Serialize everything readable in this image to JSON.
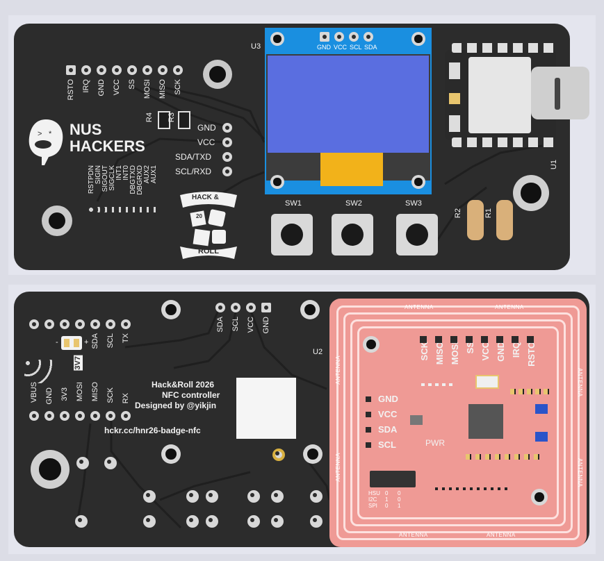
{
  "top": {
    "header_pins": [
      "RSTO",
      "IRQ",
      "GND",
      "VCC",
      "SS",
      "MOSI",
      "MISO",
      "SCK"
    ],
    "logo": {
      "line1": "NUS",
      "line2": "HACKERS"
    },
    "i2c_pins": [
      "GND",
      "VCC",
      "SDA/TXD",
      "SCL/RXD"
    ],
    "resistor_labels": [
      "R4",
      "R3"
    ],
    "bottom_pins": [
      "RSTPDN",
      "SIGIN",
      "SIGOUT",
      "SIGCLK",
      "INT1",
      "INT0",
      "DBGTXD",
      "DBGRXD",
      "AUX2",
      "AUX1"
    ],
    "oled": {
      "ref": "U3",
      "pins": [
        "GND",
        "VCC",
        "SCL",
        "SDA"
      ]
    },
    "buttons": [
      "SW1",
      "SW2",
      "SW3"
    ],
    "module_ref": "U1",
    "resistors": [
      "R2",
      "R1"
    ],
    "hack_roll": {
      "top": "HACK &",
      "bottom": "ROLL",
      "dice": "20"
    }
  },
  "bottom": {
    "top_header": [
      "SDA",
      "SCL",
      "TX"
    ],
    "jumper_labels": [
      "-",
      "+",
      "3V7"
    ],
    "left_header": [
      "VBUS",
      "GND",
      "3V3",
      "MOSI",
      "MISO",
      "SCK",
      "RX"
    ],
    "oled_pins": [
      "SDA",
      "SCL",
      "VCC",
      "GND"
    ],
    "info": {
      "line1": "Hack&Roll 2026",
      "line2": "NFC controller",
      "line3": "Designed by @yikjin",
      "url": "hckr.cc/hnr26-badge-nfc"
    },
    "module_ref": "U2",
    "rfid": {
      "top_pins": [
        "SCK",
        "MISO",
        "MOSI",
        "SS",
        "VCC",
        "GND",
        "IRQ",
        "RSTO"
      ],
      "side_pins": [
        "GND",
        "VCC",
        "SDA",
        "SCL"
      ],
      "pwr_label": "PWR",
      "antenna_label": "ANTENNA",
      "table": [
        [
          "HSU",
          "0",
          "0"
        ],
        [
          "I2C",
          "1",
          "0"
        ],
        [
          "SPI",
          "0",
          "1"
        ]
      ]
    }
  },
  "colors": {
    "board": "#2c2c2c",
    "oled_blue": "#5a6ee0",
    "oled_frame": "#1a8fe0",
    "rfid_pink": "#ef9a95",
    "ribbon": "#f2b21a"
  }
}
